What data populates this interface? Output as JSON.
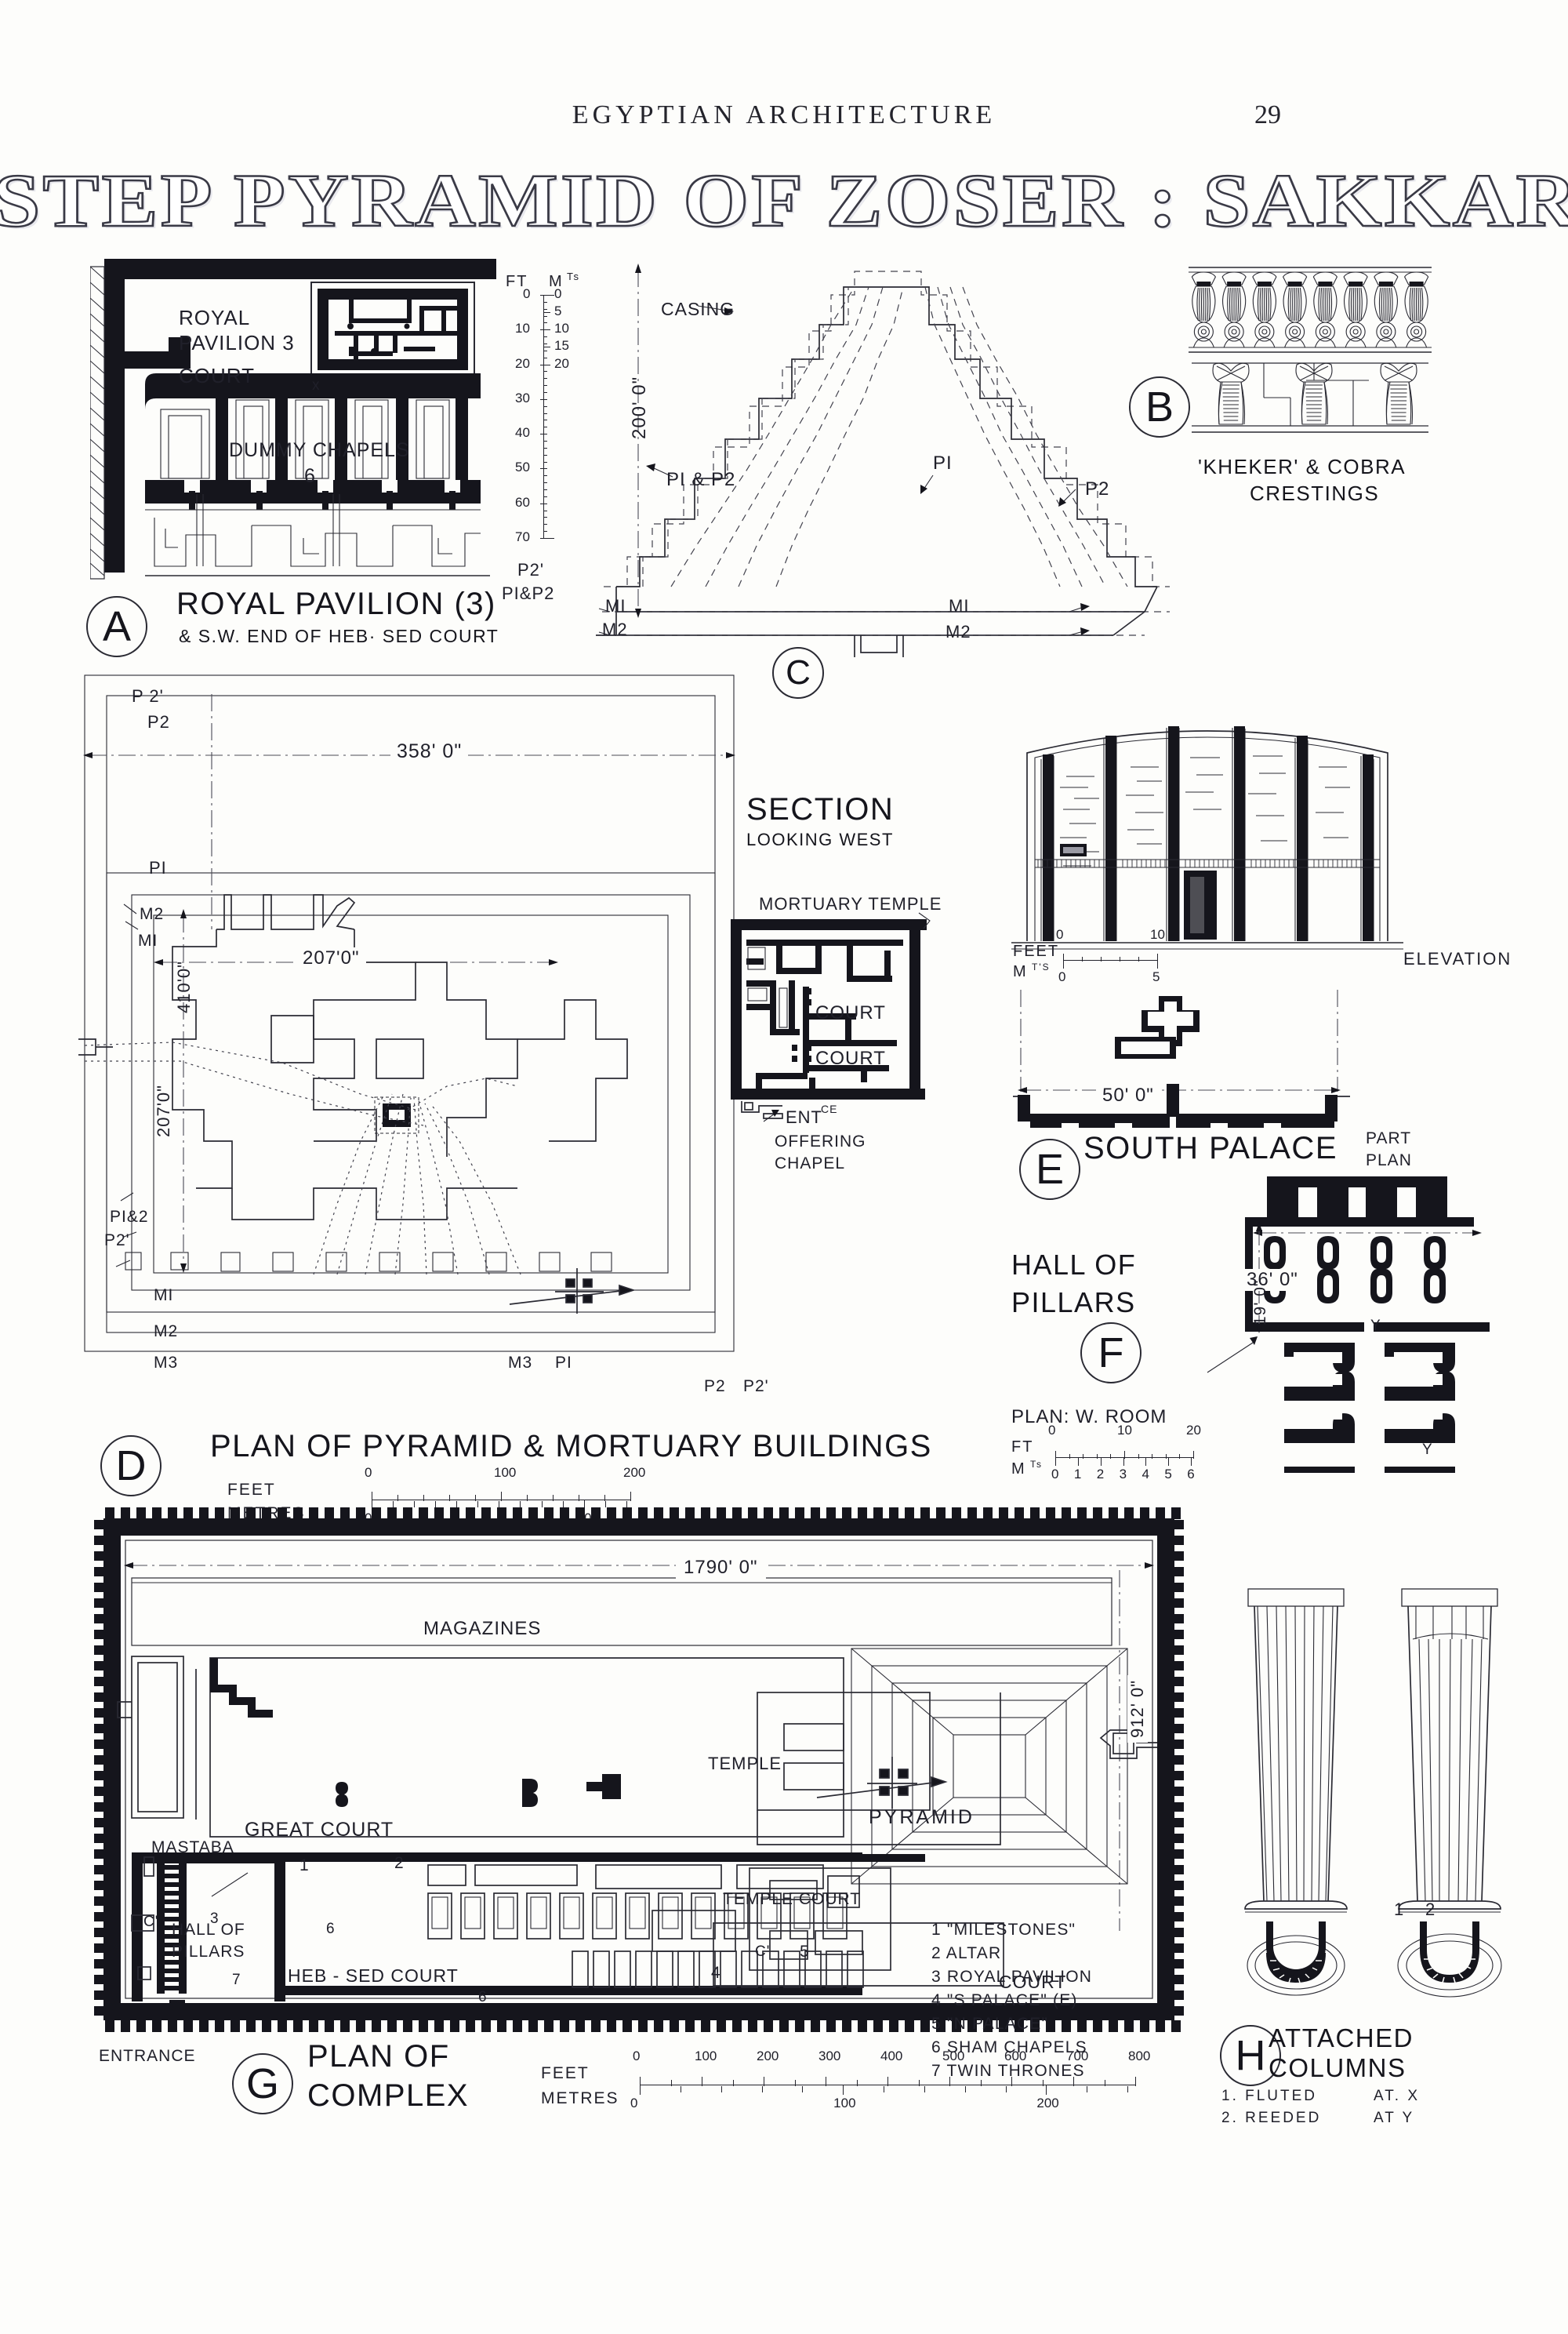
{
  "header": {
    "running_title": "EGYPTIAN ARCHITECTURE",
    "page_number": "29",
    "plate_title": "STEP PYRAMID OF ZOSER : SAKKARA"
  },
  "panels": {
    "A": {
      "key": "A",
      "caption_line1": "ROYAL  PAVILION  (3)",
      "caption_line2": "& S.W. END OF  HEB· SED  COURT",
      "labels": {
        "royal_pavilion": "ROYAL",
        "royal_pavilion2": "PAVILION 3",
        "court": "COURT",
        "dummy_chapels": "DUMMY  CHAPELS",
        "dummy_chapels_num": "6",
        "x_mark": "x"
      },
      "scale": {
        "feet_name": "FT",
        "metres_name": "M",
        "metres_sup": "Ts",
        "feet_ticks": [
          "0",
          "10",
          "20",
          "30",
          "40",
          "50",
          "60",
          "70"
        ],
        "metre_ticks": [
          "0",
          "5",
          "10",
          "15",
          "20"
        ]
      }
    },
    "B": {
      "key": "B",
      "caption_line1": "'KHEKER' & COBRA",
      "caption_line2": "CRESTINGS",
      "kheker_count": 8,
      "cobra_count": 3
    },
    "C": {
      "key": "C",
      "caption_line1": "SECTION",
      "caption_line2": "LOOKING WEST",
      "labels": {
        "casing": "CASING",
        "height": "200' 0\"",
        "p1p2": "PI & P2",
        "p1_left": "PI",
        "p2_right": "P2",
        "m1_left": "MI",
        "m2_left": "M2",
        "m1_right": "MI",
        "m2_right": "M2",
        "p2_prime": "P2'",
        "p1p2_left": "PI&P2"
      }
    },
    "D": {
      "key": "D",
      "caption": "PLAN OF  PYRAMID & MORTUARY  BUILDINGS",
      "labels": {
        "p2_prime_top": "P 2'",
        "p2_top": "P2",
        "dim_358": "358' 0\"",
        "p1": "PI",
        "m2": "M2",
        "m1": "MI",
        "dim_207_h": "207'0\"",
        "dim_410": "410'0\"",
        "dim_207_v": "207'0\"",
        "p1_2": "PI&2",
        "p2_prime_left": "P2'",
        "m1_b": "MI",
        "m2_b": "M2",
        "m3_b": "M3",
        "m3_r": "M3",
        "p1_r": "PI",
        "p2_r": "P2",
        "p2_prime_r": "P2'",
        "mortuary_temple": "MORTUARY TEMPLE",
        "court1": "COURT",
        "court2": "COURT",
        "entrance": "ENT",
        "entrance_sup": "CE",
        "offering_chapel1": "OFFERING",
        "offering_chapel2": "CHAPEL"
      },
      "scale": {
        "feet_name": "FEET",
        "metres_name": "METRES",
        "feet_ticks": [
          "0",
          "100",
          "200"
        ],
        "metre_ticks": [
          "0",
          "50"
        ]
      }
    },
    "E": {
      "key": "E",
      "caption": "SOUTH PALACE",
      "caption_sub1": "PART",
      "caption_sub2": "PLAN",
      "elevation_label": "ELEVATION",
      "dim_50": "50' 0\"",
      "scale": {
        "feet_name": "FEET",
        "metres_name": "M",
        "metres_sup": "T'S",
        "feet_ticks": [
          "0",
          "10"
        ],
        "metre_ticks": [
          "0",
          "5"
        ]
      }
    },
    "F": {
      "key": "F",
      "caption_line1": "HALL OF",
      "caption_line2": "PILLARS",
      "plan_label": "PLAN: W. ROOM",
      "dim_36": "36' 0\"",
      "dim_19": "19' 0\"",
      "mark_y1": "Y",
      "mark_y2": "Y",
      "scale": {
        "feet_name": "FT",
        "metres_name": "M",
        "metres_sup": "Ts",
        "feet_ticks": [
          "0",
          "10",
          "20"
        ],
        "metre_ticks": [
          "0",
          "1",
          "2",
          "3",
          "4",
          "5",
          "6"
        ]
      }
    },
    "G": {
      "key": "G",
      "caption_line1": "PLAN OF",
      "caption_line2": "COMPLEX",
      "labels": {
        "dim_1790": "1790' 0\"",
        "dim_912": "912' 0\"",
        "magazines": "MAGAZINES",
        "mastaba": "MASTABA",
        "great_court": "GREAT  COURT",
        "pyramid": "PYRAMID",
        "hall_of_pillars1": "HALL OF",
        "hall_of_pillars2": "PILLARS",
        "heb_sed_court": "HEB - SED  COURT",
        "court": "COURT",
        "temple": "TEMPLE",
        "temple_court": "TEMPLE COURT",
        "entrance": "ENTRANCE",
        "c_mark1": "C'",
        "c_mark2": "C'",
        "n1": "1",
        "n2": "2",
        "n3": "3",
        "n4": "4",
        "n5": "5",
        "n6a": "6",
        "n6b": "6",
        "n7": "7"
      },
      "key_list": [
        "1 \"MILESTONES\"",
        "2 ALTAR",
        "3 ROYAL PAVILION",
        "4 \"S PALACE\" (E)",
        "5 \"N PALACE\"",
        "6 SHAM CHAPELS",
        "7 TWIN THRONES"
      ],
      "scale": {
        "feet_name": "FEET",
        "metres_name": "METRES",
        "feet_ticks": [
          "0",
          "100",
          "200",
          "300",
          "400",
          "500",
          "600",
          "700",
          "800"
        ],
        "metre_ticks": [
          "0",
          "100",
          "200"
        ]
      }
    },
    "H": {
      "key": "H",
      "caption_line1": "ATTACHED",
      "caption_line2": "COLUMNS",
      "note1": "1.  FLUTED",
      "note1b": "AT. X",
      "note2": "2.  REEDED",
      "note2b": "AT Y",
      "num1": "1",
      "num2": "2"
    }
  },
  "colors": {
    "ink": "#15151c",
    "paper": "#fdfdfb",
    "rule": "#2a2a33"
  }
}
